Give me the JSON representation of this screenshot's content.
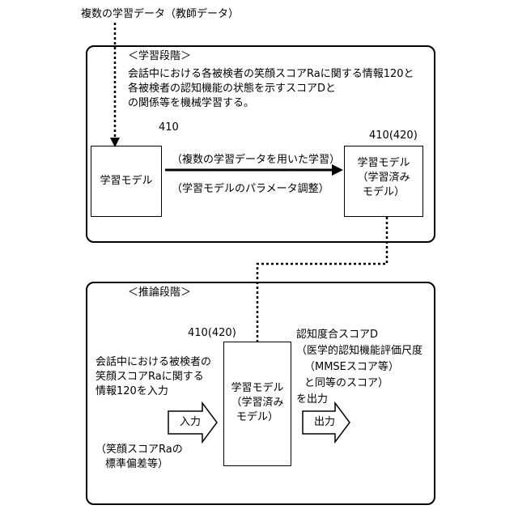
{
  "top_label": "複数の学習データ（教師データ）",
  "learning_phase": {
    "title": "＜学習段階＞",
    "description": [
      "会話中における各被検者の笑顔スコアRaに関する情報120と",
      "各被検者の認知機能の状態を示すスコアDと",
      "の関係等を機械学習する。"
    ],
    "model_box": {
      "ref": "410",
      "label": "学習モデル"
    },
    "arrow_label_top": "（複数の学習データを用いた学習）",
    "arrow_label_bottom": "（学習モデルのパラメータ調整）",
    "trained_box": {
      "ref": "410(420)",
      "lines": [
        "学習モデル",
        "（学習済み",
        "モデル）"
      ]
    }
  },
  "inference_phase": {
    "title": "＜推論段階＞",
    "input_text": [
      "会話中における被検者の",
      "笑顔スコアRaに関する",
      "情報120を入力"
    ],
    "input_arrow_label": "入力",
    "input_note": [
      "（笑顔スコアRaの",
      "標準偏差等）"
    ],
    "trained_box": {
      "ref": "410(420)",
      "lines": [
        "学習モデル",
        "（学習済み",
        "モデル）"
      ]
    },
    "output_text": [
      "認知度合スコアD",
      "（医学的認知機能評価尺度",
      "（MMSEスコア等）",
      "と同等のスコア）",
      "を出力"
    ],
    "output_arrow_label": "出力"
  }
}
